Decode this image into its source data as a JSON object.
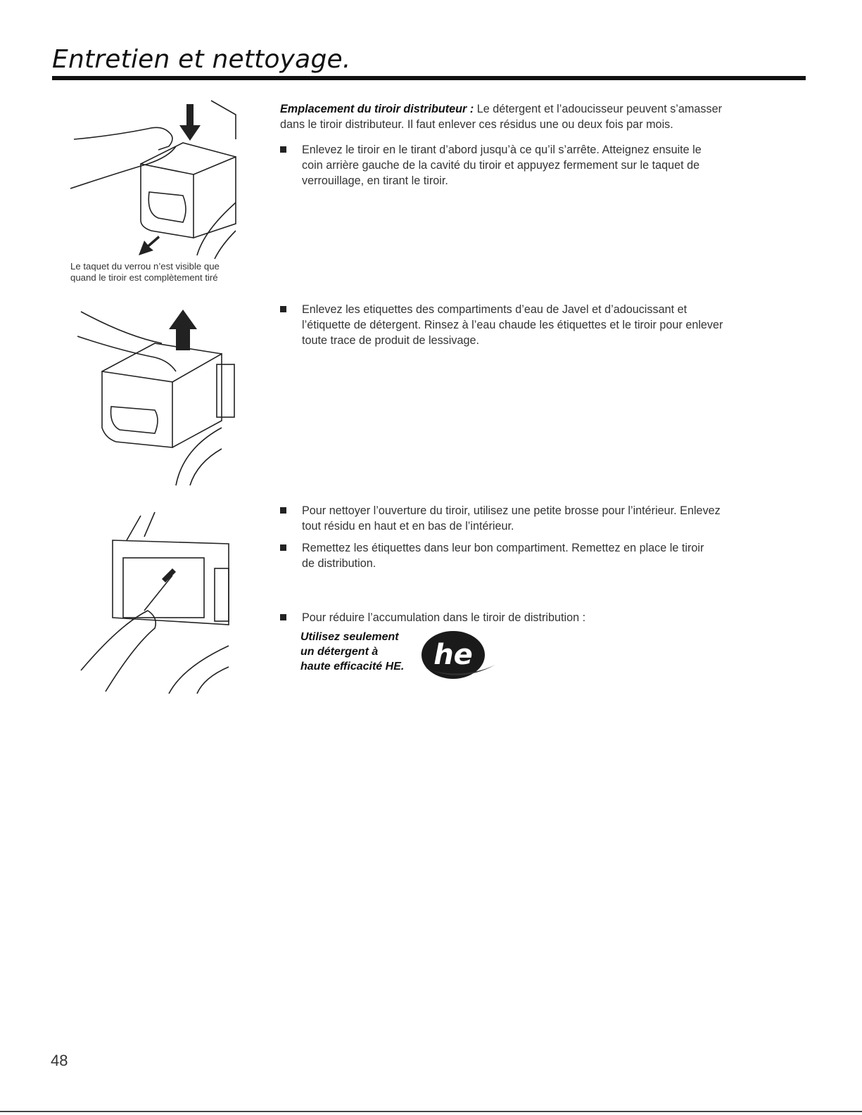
{
  "page": {
    "title": "Entretien et nettoyage.",
    "page_number": "48"
  },
  "figures": {
    "fig1_caption_line1": "Le taquet du verrou n’est visible que",
    "fig1_caption_line2": "quand le tiroir est complètement tiré"
  },
  "intro": {
    "heading": "Emplacement du tiroir distributeur :",
    "line1": "Le détergent et l’adoucisseur peuvent s’amasser",
    "line2": "dans le tiroir distributeur. Il faut enlever ces résidus une ou deux fois par mois."
  },
  "bullets": [
    {
      "line1": "Enlevez le tiroir en le tirant d’abord jusqu’à ce qu’il s’arrête. Atteignez ensuite le",
      "line2": "coin arrière gauche de la cavité du tiroir et appuyez fermement sur le taquet de",
      "line3": "verrouillage, en tirant le tiroir."
    },
    {
      "line1": "Enlevez les etiquettes des compartiments d’eau de Javel et d’adoucissant et",
      "line2": "l’étiquette de détergent. Rinsez à l’eau chaude les étiquettes et le tiroir pour enlever",
      "line3": "toute trace de produit de lessivage."
    },
    {
      "line1": "Pour nettoyer l’ouverture du tiroir, utilisez une petite brosse pour l’intérieur. Enlevez",
      "line2": "tout résidu en haut et en bas de l’intérieur."
    },
    {
      "line1": "Remettez les étiquettes dans leur bon compartiment. Remettez en place le tiroir",
      "line2": "de distribution."
    },
    {
      "line1": "Pour réduire l’accumulation dans le tiroir de distribution :"
    }
  ],
  "he_note": {
    "line1": "Utilisez seulement",
    "line2": "un détergent à",
    "line3": "haute efficacité HE.",
    "logo_text": "he"
  }
}
